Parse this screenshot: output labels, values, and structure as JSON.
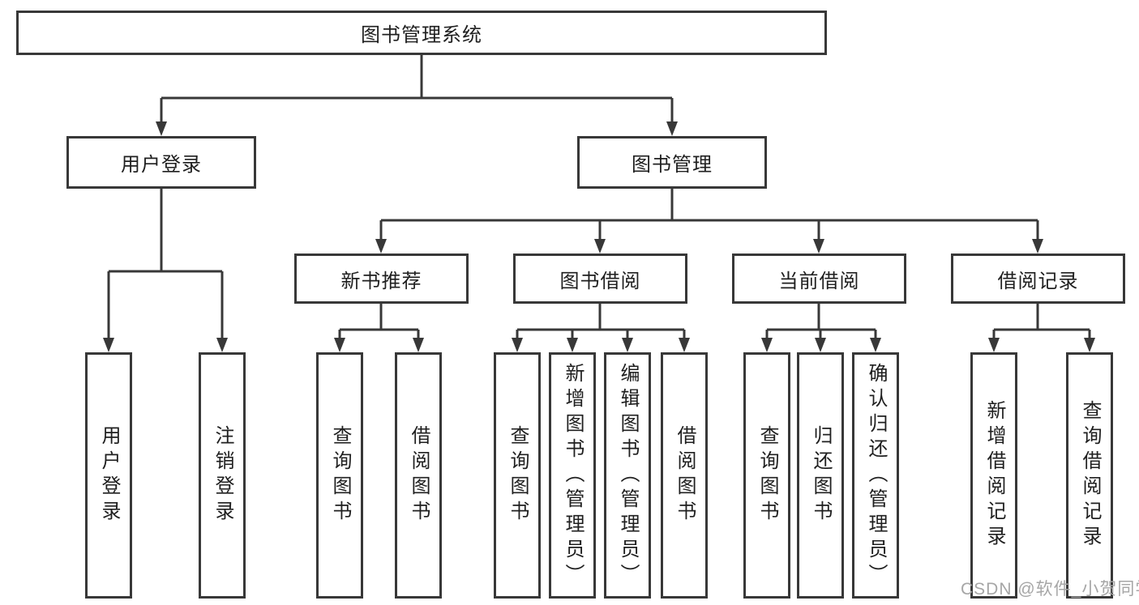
{
  "tree": {
    "root": "图书管理系统",
    "branches": [
      {
        "label": "用户登录",
        "leaves": [
          "用户登录",
          "注销登录"
        ]
      },
      {
        "label": "图书管理",
        "groups": [
          {
            "label": "新书推荐",
            "leaves": [
              "查询图书",
              "借阅图书"
            ]
          },
          {
            "label": "图书借阅",
            "leaves": [
              "查询图书",
              "新增图书（管理员）",
              "编辑图书（管理员）",
              "借阅图书"
            ]
          },
          {
            "label": "当前借阅",
            "leaves": [
              "查询图书",
              "归还图书",
              "确认归还（管理员）"
            ]
          },
          {
            "label": "借阅记录",
            "leaves": [
              "新增借阅记录",
              "查询借阅记录"
            ]
          }
        ]
      }
    ]
  },
  "watermark": "CSDN @软件_小贺同学",
  "colors": {
    "line": "#383838",
    "text": "#1f1f1f",
    "watermark": "#a6a6a6",
    "background": "#ffffff"
  }
}
